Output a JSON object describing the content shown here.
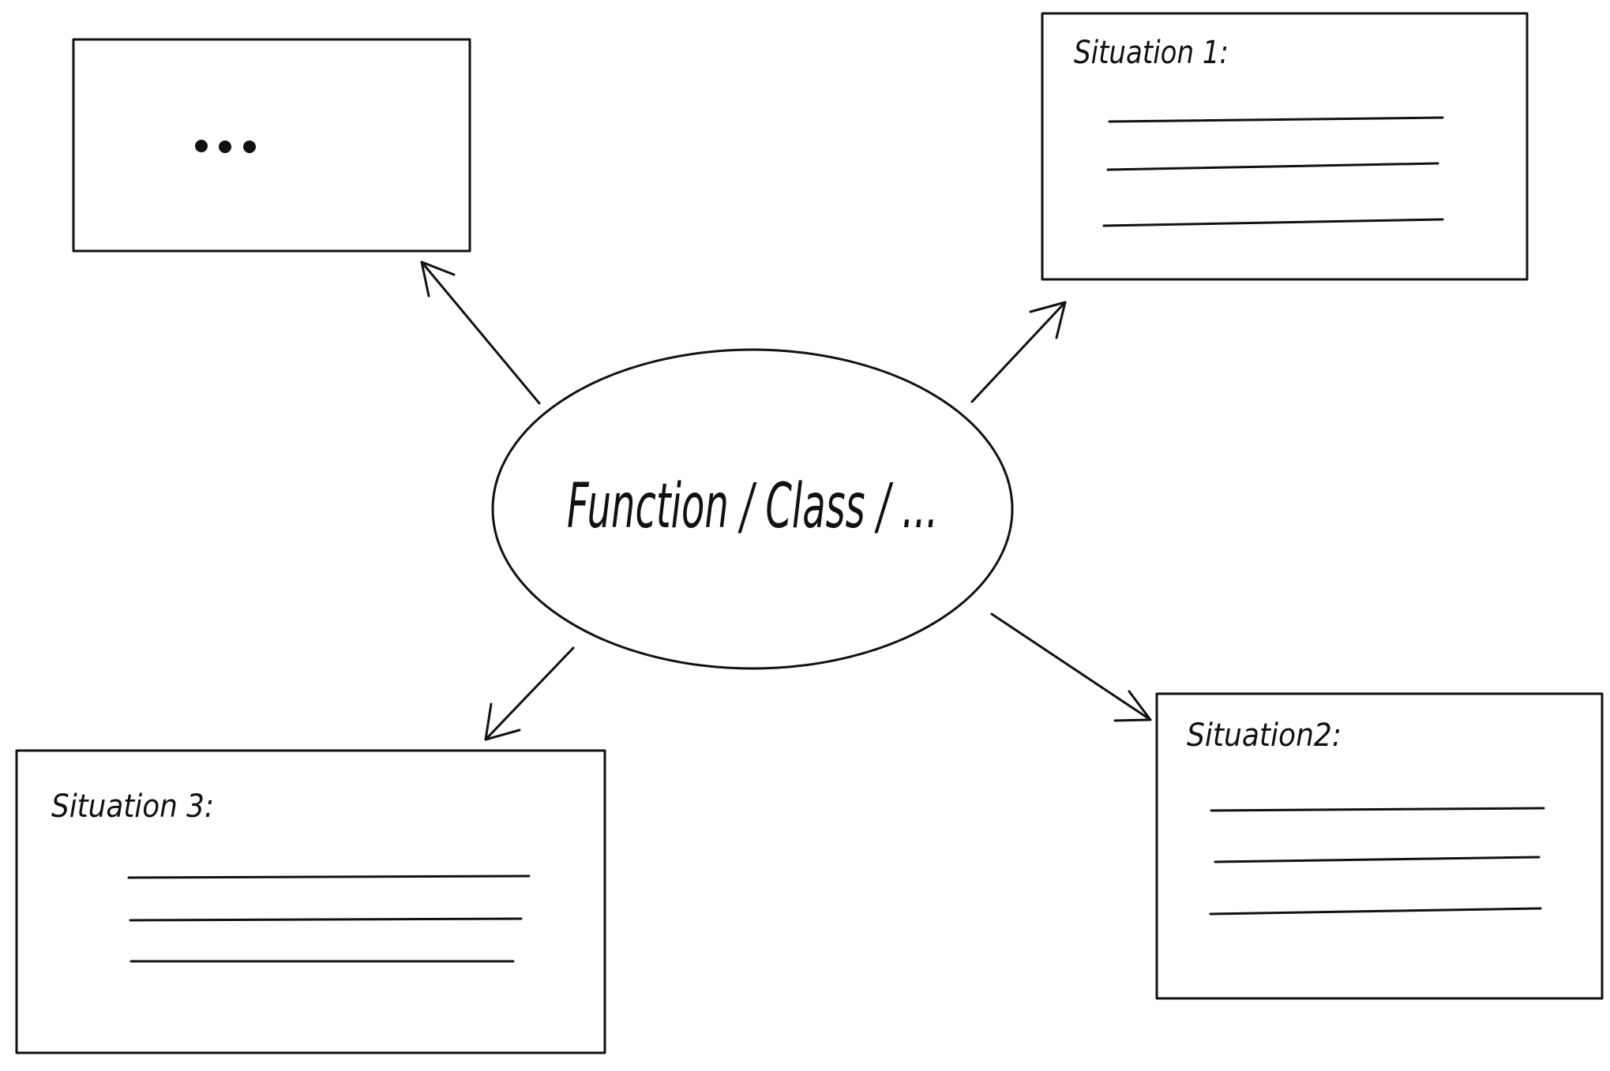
{
  "diagram": {
    "center": {
      "label": "Function / Class / ..."
    },
    "boxes": [
      {
        "id": "top-left",
        "title": "",
        "content": "..."
      },
      {
        "id": "top-right",
        "title": "Situation 1:"
      },
      {
        "id": "bottom-right",
        "title": "Situation2:"
      },
      {
        "id": "bottom-left",
        "title": "Situation 3:"
      }
    ]
  }
}
